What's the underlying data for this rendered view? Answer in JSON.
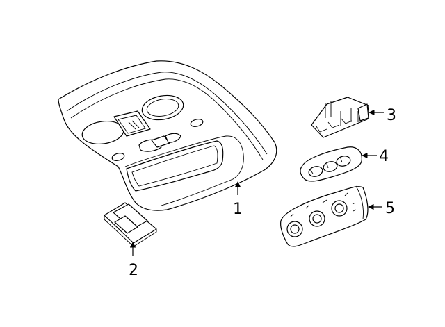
{
  "diagram": {
    "callouts": [
      {
        "part": "overhead-console",
        "label": "1"
      },
      {
        "part": "lamp-lens",
        "label": "2"
      },
      {
        "part": "module-bracket",
        "label": "3"
      },
      {
        "part": "switch-assembly",
        "label": "4"
      },
      {
        "part": "control-panel",
        "label": "5"
      }
    ],
    "colors": {
      "line": "#000000",
      "background": "#ffffff"
    }
  }
}
